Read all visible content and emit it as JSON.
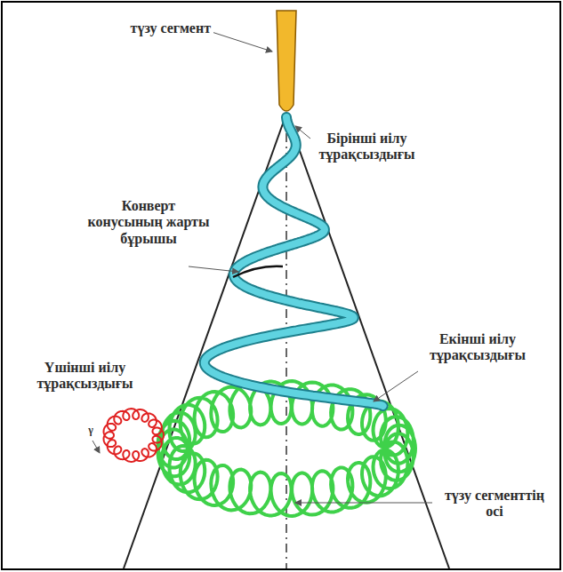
{
  "diagram": {
    "labels": [
      "түзу сегмент",
      "Бірінші иілу тұрақсыздығы",
      "Конверт конусының жарты бұрышы",
      "Екінші иілу тұрақсыздығы",
      "Үшінші иілу тұрақсыздығы",
      "түзу сегменттің осі",
      "γ"
    ]
  }
}
